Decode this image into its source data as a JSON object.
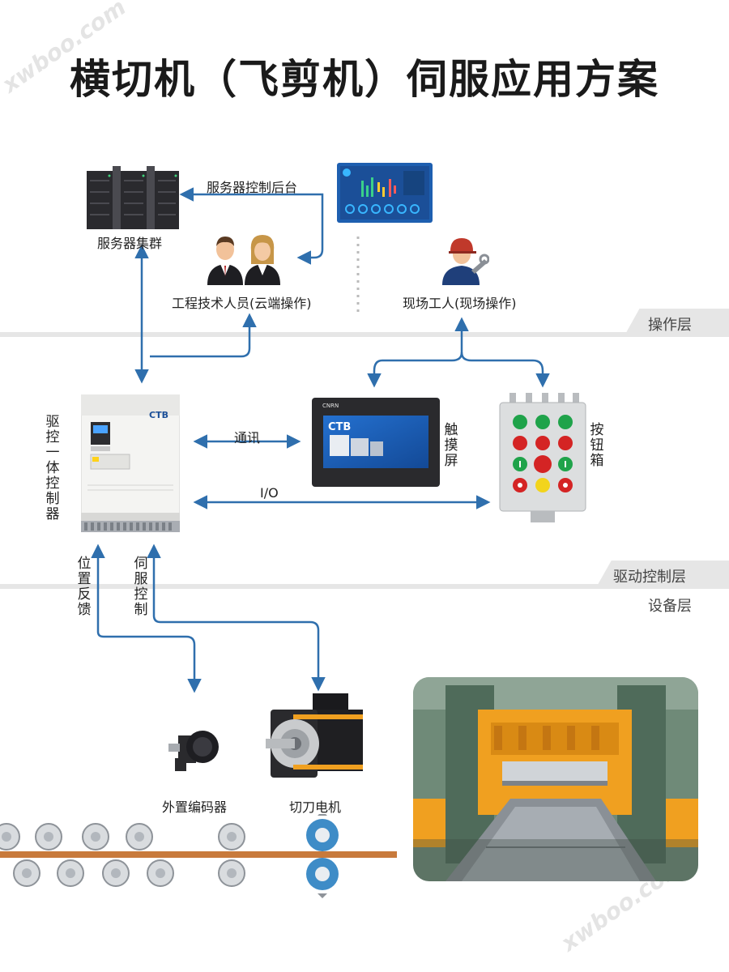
{
  "title": "横切机（飞剪机）伺服应用方案",
  "watermark": "xwboo.com",
  "labels": {
    "server_cluster": "服务器集群",
    "server_backend": "服务器控制后台",
    "engineers": "工程技术人员(云端操作)",
    "field_worker": "现场工人(现场操作)",
    "comm": "通讯",
    "io": "I/O",
    "touch_screen": "触摸屏",
    "button_box": "按钮箱",
    "drive": "驱控一体控制器",
    "pos_feedback": "位置反馈",
    "servo_control": "伺服控制",
    "encoder": "外置编码器",
    "cutter_motor": "切刀电机"
  },
  "layers": {
    "operation": "操作层",
    "drive_control": "驱动控制层",
    "device": "设备层"
  },
  "devices": {
    "drive_brand": "CTB",
    "screen_brand": "CTB",
    "screen_maker": "CNRN"
  },
  "colors": {
    "arrow": "#2f6fad",
    "strip": "#c87a3c",
    "panel_bg": "#1e5fb0",
    "orange_machine": "#f0a020"
  }
}
